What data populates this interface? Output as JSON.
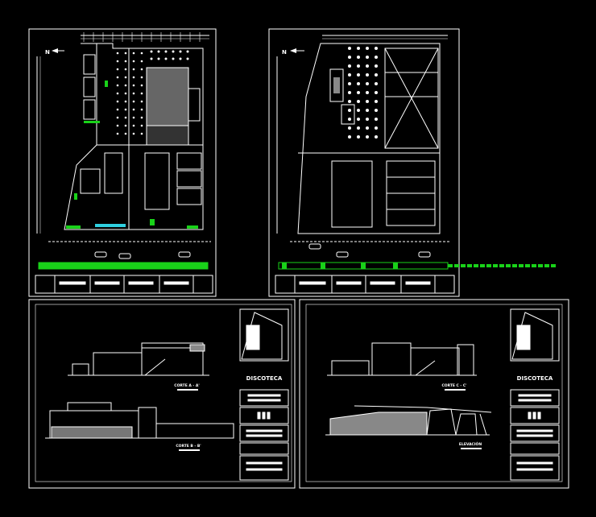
{
  "north_label": "N",
  "sheets": {
    "plan_left": {
      "id": "plan-sheet-1"
    },
    "plan_right": {
      "id": "plan-sheet-2"
    },
    "section_left": {
      "project_title": "DISCOTECA",
      "caption_top": "CORTE A - A'",
      "caption_bottom": "CORTE B - B'"
    },
    "section_right": {
      "project_title": "DISCOTECA",
      "caption_top": "CORTE C - C'",
      "caption_bottom": "ELEVACIÓN"
    }
  },
  "colors": {
    "line": "#ffffff",
    "accent_green": "#19d219",
    "accent_cyan": "#2fd0e0",
    "background": "#000000"
  }
}
